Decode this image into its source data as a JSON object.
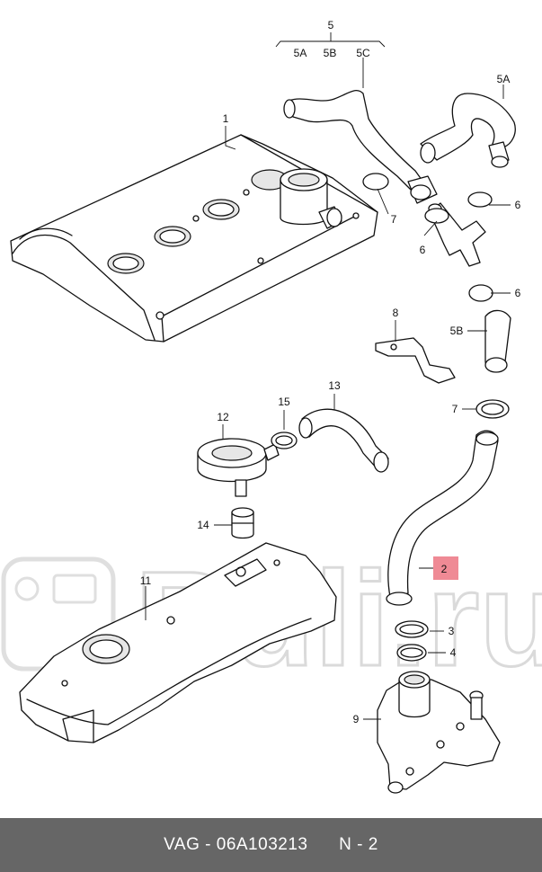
{
  "labels": {
    "l5": "5",
    "l5a_top": "5A",
    "l5b_top": "5B",
    "l5c_top": "5C",
    "l5a_right": "5A",
    "l1": "1",
    "l6a": "6",
    "l6b": "6",
    "l6c": "6",
    "l7a": "7",
    "l7b": "7",
    "l8": "8",
    "l5b_mid": "5B",
    "l13": "13",
    "l15": "15",
    "l12": "12",
    "l14": "14",
    "l11": "11",
    "l2": "2",
    "l3": "3",
    "l4": "4",
    "l9": "9"
  },
  "highlight_color": "#ef8a95",
  "watermark": "Ruli.ru",
  "footer": {
    "part_ref": "VAG - 06A103213",
    "position": "N - 2"
  }
}
